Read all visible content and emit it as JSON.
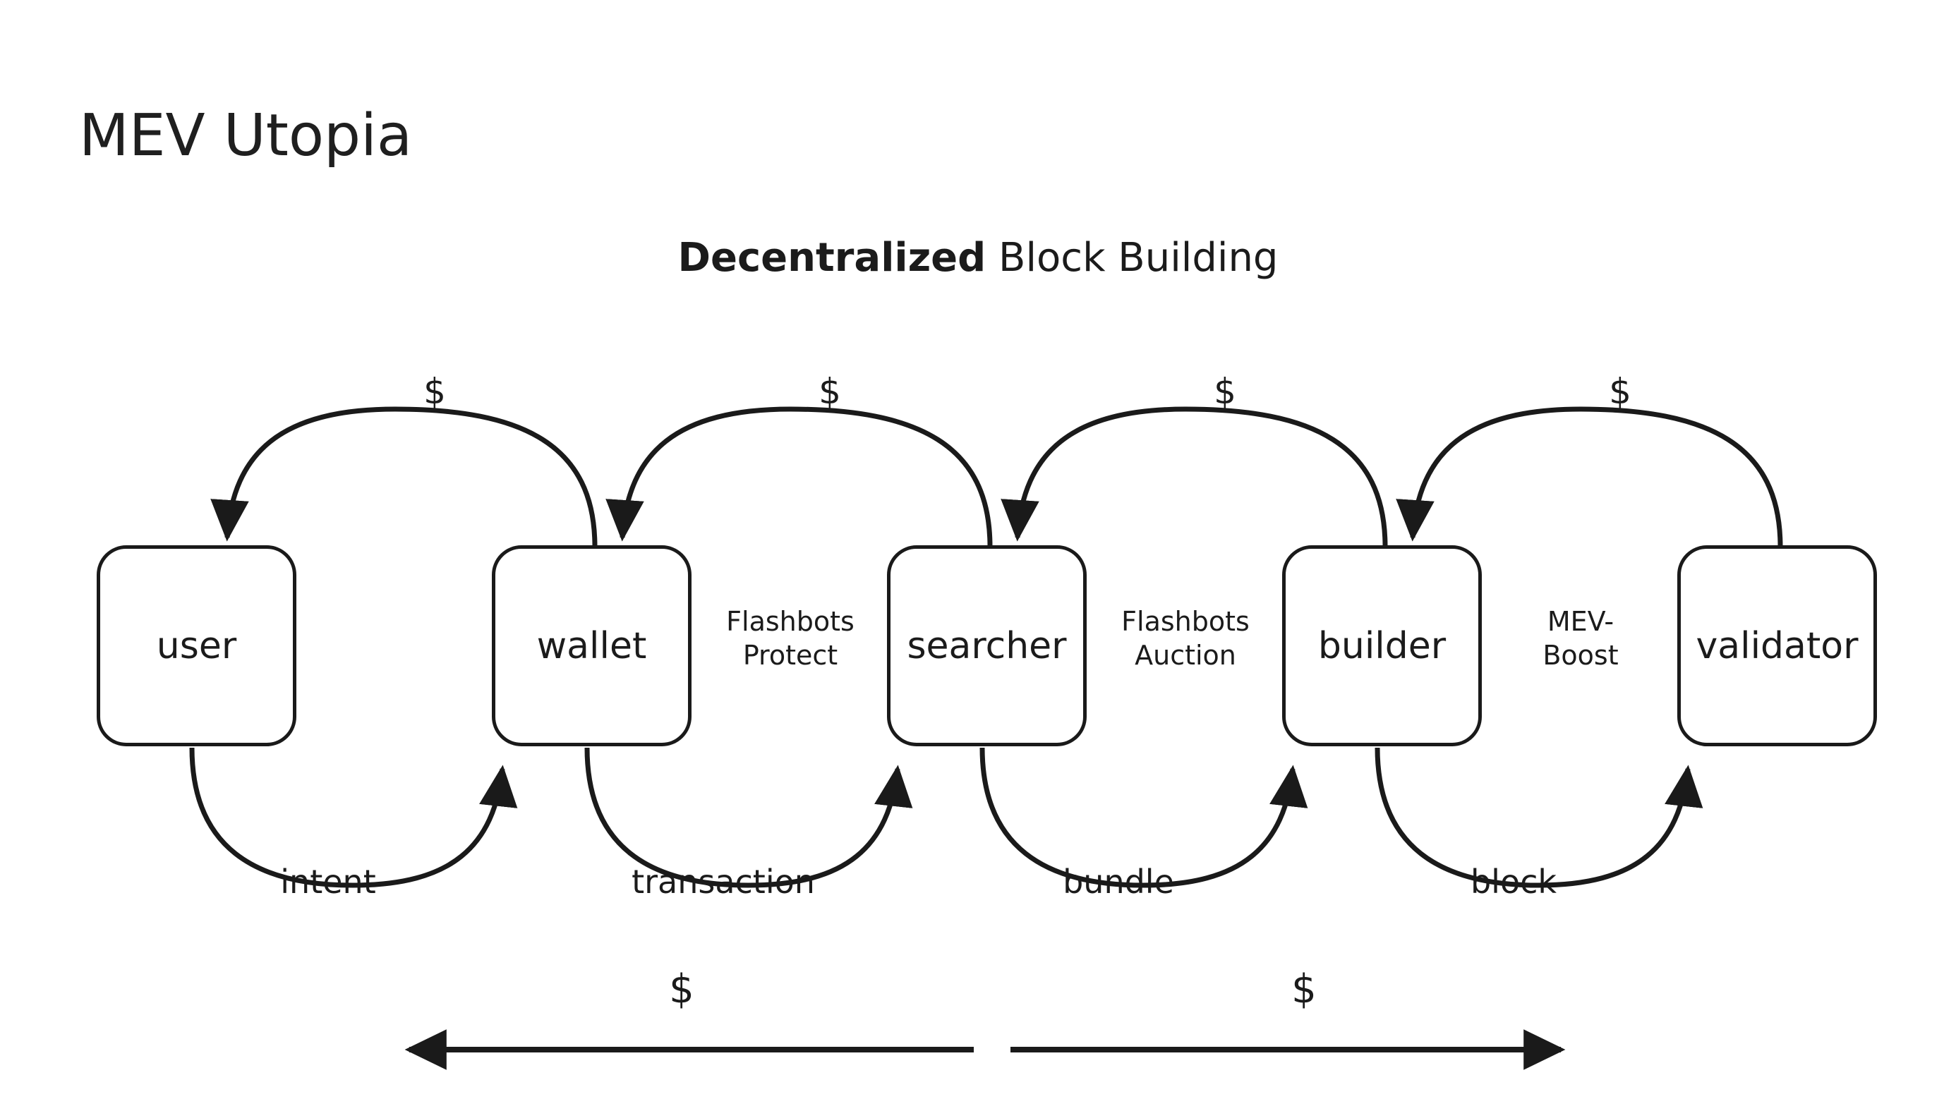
{
  "page": {
    "title": "MEV Utopia",
    "subtitle_strong": "Decentralized",
    "subtitle_normal": " Block Building",
    "background_color": "#ffffff",
    "ink_color": "#1a1a1a"
  },
  "diagram": {
    "type": "flow-diagram",
    "nodes": [
      {
        "id": "user",
        "label": "user"
      },
      {
        "id": "wallet",
        "label": "wallet"
      },
      {
        "id": "searcher",
        "label": "searcher"
      },
      {
        "id": "builder",
        "label": "builder"
      },
      {
        "id": "validator",
        "label": "validator"
      }
    ],
    "middle_labels": [
      {
        "id": "flashbots-protect",
        "label": "Flashbots\nProtect",
        "between": [
          "wallet",
          "searcher"
        ]
      },
      {
        "id": "flashbots-auction",
        "label": "Flashbots\nAuction",
        "between": [
          "searcher",
          "builder"
        ]
      },
      {
        "id": "mev-boost",
        "label": "MEV-\nBoost",
        "between": [
          "builder",
          "validator"
        ]
      }
    ],
    "forward_edges": [
      {
        "id": "intent",
        "label": "intent",
        "from": "user",
        "to": "wallet"
      },
      {
        "id": "transaction",
        "label": "transaction",
        "from": "wallet",
        "to": "searcher"
      },
      {
        "id": "bundle",
        "label": "bundle",
        "from": "searcher",
        "to": "builder"
      },
      {
        "id": "block",
        "label": "block",
        "from": "builder",
        "to": "validator"
      }
    ],
    "payment_edges": [
      {
        "id": "pay-wallet-user",
        "label": "$",
        "from": "wallet",
        "to": "user"
      },
      {
        "id": "pay-searcher-wallet",
        "label": "$",
        "from": "searcher",
        "to": "wallet"
      },
      {
        "id": "pay-builder-searcher",
        "label": "$",
        "from": "builder",
        "to": "searcher"
      },
      {
        "id": "pay-validator-builder",
        "label": "$",
        "from": "validator",
        "to": "builder"
      }
    ],
    "summary_arrows": [
      {
        "id": "value-flow-left",
        "label": "$",
        "direction": "left"
      },
      {
        "id": "value-flow-right",
        "label": "$",
        "direction": "right"
      }
    ]
  }
}
